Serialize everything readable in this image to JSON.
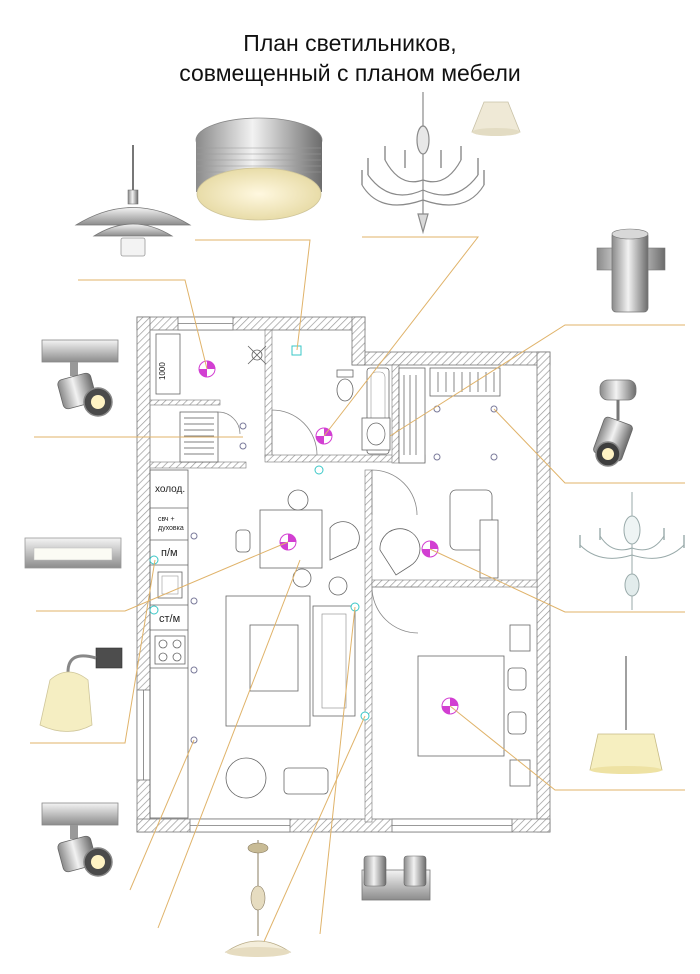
{
  "title": {
    "line1": "План светильников,",
    "line2": "совмещенный с планом мебели"
  },
  "plan_labels": {
    "wardrobe_width": "1000",
    "fridge": "холод.",
    "oven_line1": "свч +",
    "oven_line2": "духовка",
    "dishwasher": "п/м",
    "washer": "ст/м"
  },
  "colors": {
    "wall_hatch": "#9a9a9a",
    "leader_line": "#e0b36a",
    "ceiling_light": "#d23fd2",
    "spot_marker": "#7a7a9a",
    "bath_marker": "#39c7c7"
  },
  "fixtures": [
    {
      "icon": "pendant-lamp-icon"
    },
    {
      "icon": "ceiling-drum-light-icon"
    },
    {
      "icon": "crystal-chandelier-icon"
    },
    {
      "icon": "lampshade-icon"
    },
    {
      "icon": "cylinder-wall-light-icon"
    },
    {
      "icon": "spotlight-bar-icon"
    },
    {
      "icon": "track-spotlight-icon"
    },
    {
      "icon": "glass-chandelier-icon"
    },
    {
      "icon": "wall-strip-light-icon"
    },
    {
      "icon": "wall-sconce-icon"
    },
    {
      "icon": "drum-shade-pendant-icon"
    },
    {
      "icon": "spotlight-bar-icon"
    },
    {
      "icon": "rise-and-fall-pendant-icon"
    },
    {
      "icon": "double-wall-light-icon"
    }
  ]
}
